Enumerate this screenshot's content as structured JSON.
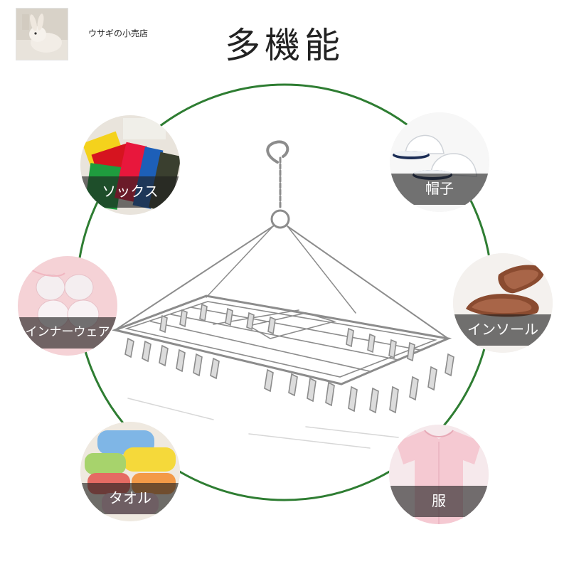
{
  "store": {
    "name": "ウサギの小売店"
  },
  "headline": "多機能",
  "categories": [
    {
      "label": "ソックス"
    },
    {
      "label": "帽子"
    },
    {
      "label": "インナーウェア"
    },
    {
      "label": "インソール"
    },
    {
      "label": "タオル"
    },
    {
      "label": "服"
    }
  ],
  "colors": {
    "ring": "#2e7d32",
    "label_band": "#3a3a3a",
    "hanger": "#9a9a9a"
  },
  "icons": [
    "rabbit-photo",
    "hanger-illustration"
  ]
}
